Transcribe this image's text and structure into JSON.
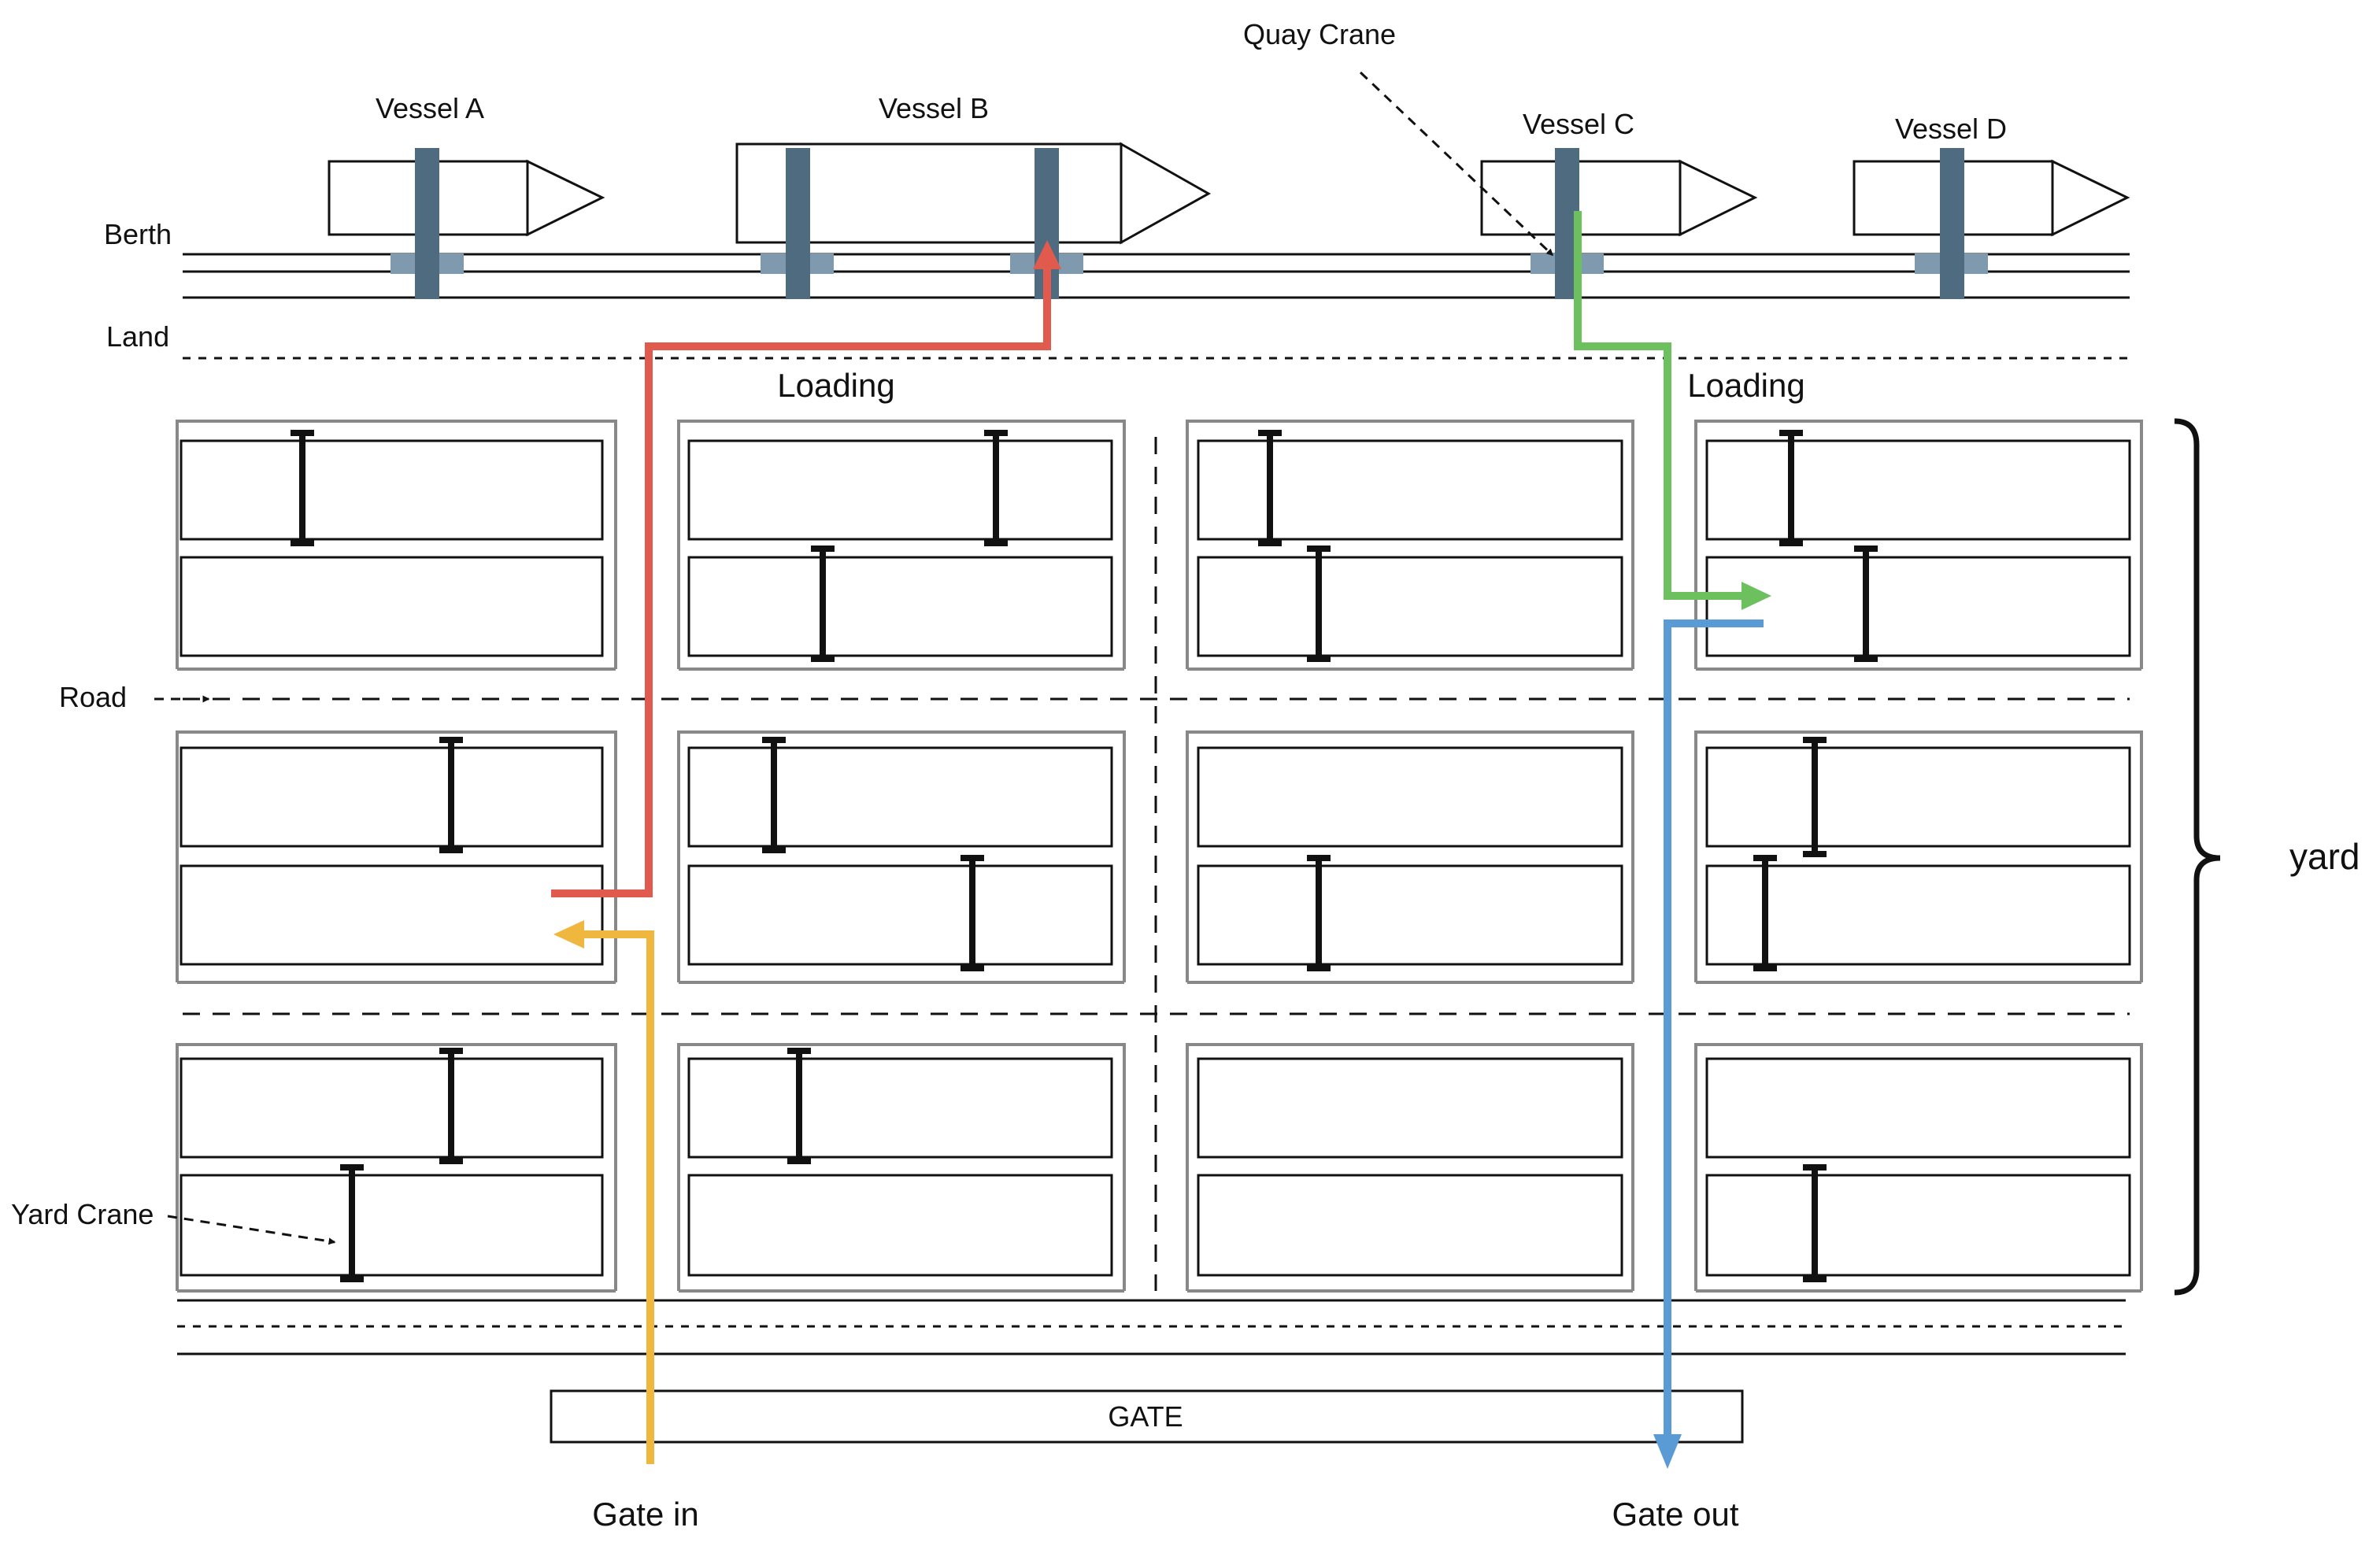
{
  "labels": {
    "quay_crane": "Quay Crane",
    "berth": "Berth",
    "land": "Land",
    "road": "Road",
    "yard_crane": "Yard Crane",
    "yard": "yard",
    "loading_left": "Loading",
    "loading_right": "Loading",
    "gate": "GATE",
    "gate_in": "Gate in",
    "gate_out": "Gate out"
  },
  "vessels": [
    "Vessel A",
    "Vessel B",
    "Vessel C",
    "Vessel D"
  ],
  "colors": {
    "background": "#ffffff",
    "outline": "#111111",
    "block_border": "#888888",
    "crane_steel": "#4e6b80",
    "crane_rail": "#7f9aae",
    "flow_red": "#e05a4e",
    "flow_green": "#6cc05e",
    "flow_yellow": "#efb73e",
    "flow_blue": "#5b9bd5"
  },
  "flows": [
    {
      "color": "flow_red",
      "label": "loading_left"
    },
    {
      "color": "flow_green",
      "label": "loading_right"
    },
    {
      "color": "flow_yellow",
      "label": "gate_in"
    },
    {
      "color": "flow_blue",
      "label": "gate_out"
    }
  ]
}
